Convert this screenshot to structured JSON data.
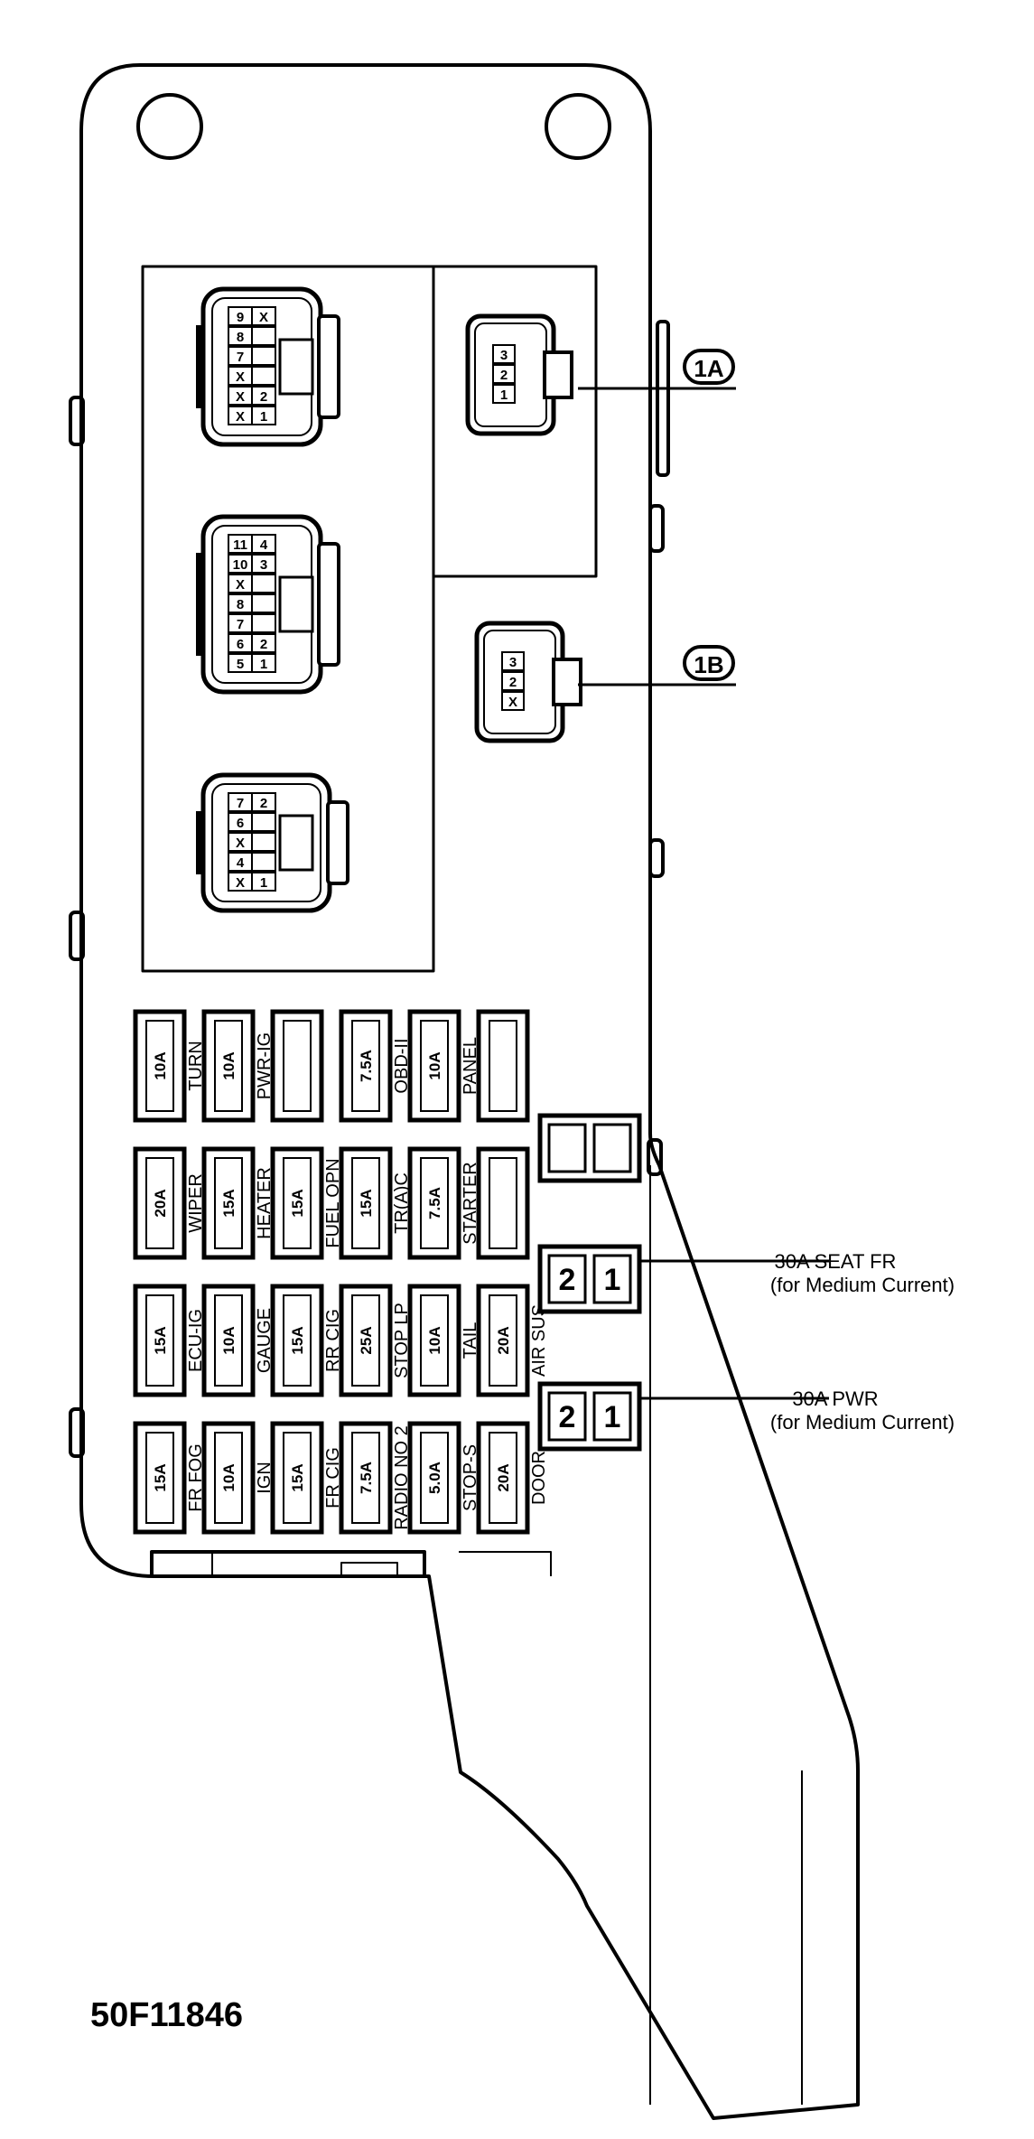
{
  "figure_id": "50F11846",
  "connectors": [
    {
      "tag": "1A"
    },
    {
      "tag": "1B"
    }
  ],
  "connector_pins": {
    "c1": [
      [
        "9",
        "X"
      ],
      [
        "8",
        ""
      ],
      [
        "7",
        ""
      ],
      [
        "X",
        ""
      ],
      [
        "X",
        "2"
      ],
      [
        "X",
        "1"
      ]
    ],
    "c2": [
      [
        "11",
        "4"
      ],
      [
        "10",
        "3"
      ],
      [
        "X",
        ""
      ],
      [
        "8",
        ""
      ],
      [
        "7",
        ""
      ],
      [
        "6",
        "2"
      ],
      [
        "5",
        "1"
      ]
    ],
    "c3": [
      [
        "7",
        "2"
      ],
      [
        "6",
        ""
      ],
      [
        "X",
        ""
      ],
      [
        "4",
        ""
      ],
      [
        "X",
        "1"
      ]
    ],
    "c1a": [
      "3",
      "2",
      "1"
    ],
    "c1b": [
      "3",
      "2",
      "X"
    ]
  },
  "fuse_rows": [
    [
      {
        "amp": "10A",
        "label": "TURN"
      },
      {
        "amp": "10A",
        "label": "PWR-IG"
      },
      {
        "amp": "",
        "label": ""
      },
      {
        "amp": "7.5A",
        "label": "OBD-II"
      },
      {
        "amp": "10A",
        "label": "PANEL"
      },
      {
        "amp": "",
        "label": ""
      }
    ],
    [
      {
        "amp": "20A",
        "label": "WIPER"
      },
      {
        "amp": "15A",
        "label": "HEATER"
      },
      {
        "amp": "15A",
        "label": "FUEL OPN"
      },
      {
        "amp": "15A",
        "label": "TR(A)C"
      },
      {
        "amp": "7.5A",
        "label": "STARTER"
      },
      {
        "amp": "",
        "label": ""
      }
    ],
    [
      {
        "amp": "15A",
        "label": "ECU-IG"
      },
      {
        "amp": "10A",
        "label": "GAUGE"
      },
      {
        "amp": "15A",
        "label": "RR CIG"
      },
      {
        "amp": "25A",
        "label": "STOP LP"
      },
      {
        "amp": "10A",
        "label": "TAIL"
      },
      {
        "amp": "20A",
        "label": "AIR SUS"
      }
    ],
    [
      {
        "amp": "15A",
        "label": "FR FOG"
      },
      {
        "amp": "10A",
        "label": "IGN"
      },
      {
        "amp": "15A",
        "label": "FR CIG"
      },
      {
        "amp": "7.5A",
        "label": "RADIO NO 2"
      },
      {
        "amp": "5.0A",
        "label": "STOP-S"
      },
      {
        "amp": "20A",
        "label": "DOOR"
      }
    ]
  ],
  "relays": [
    {
      "pins": [
        "2",
        "1"
      ],
      "name": "30A SEAT FR",
      "note": "(for Medium Current)"
    },
    {
      "pins": [
        "2",
        "1"
      ],
      "name": "30A PWR",
      "note": "(for Medium Current)"
    }
  ]
}
